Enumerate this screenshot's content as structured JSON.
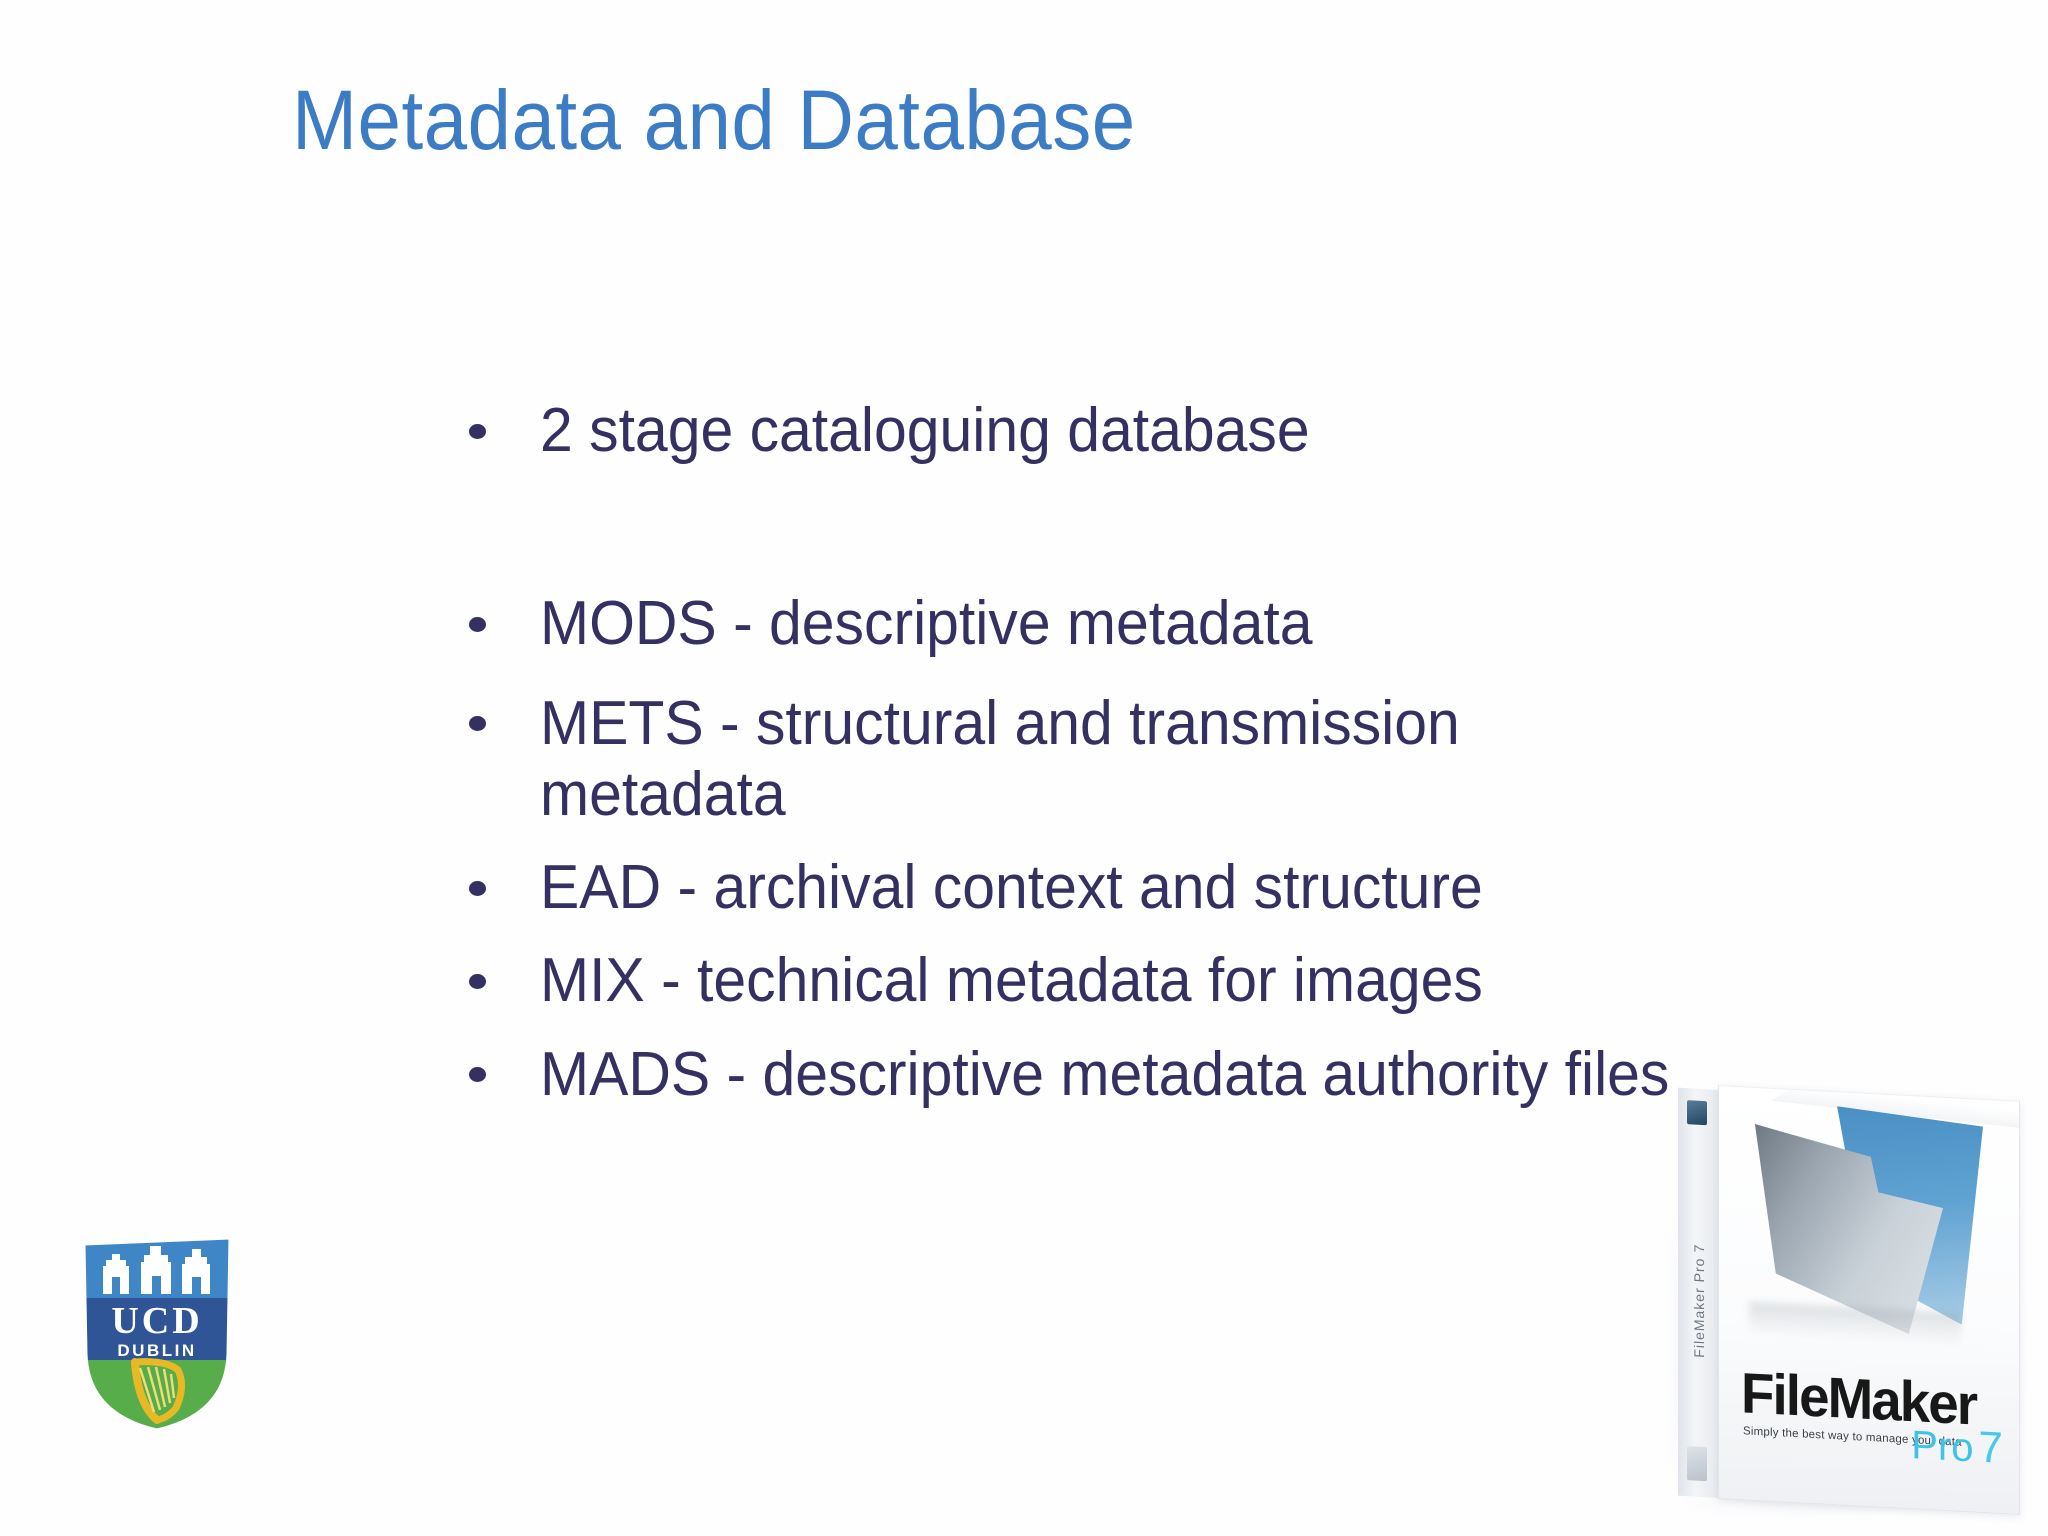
{
  "slide": {
    "title": "Metadata and Database",
    "background_color": "#fefeff",
    "title_color": "#3b7cc4",
    "body_text_color": "#343061",
    "bullets": [
      {
        "text": "2 stage cataloguing database"
      },
      {
        "text": "MODS - descriptive metadata"
      },
      {
        "text": "METS - structural and transmission metadata"
      },
      {
        "text": "EAD - archival context and structure"
      },
      {
        "text": "MIX - technical metadata for images"
      },
      {
        "text": "MADS - descriptive metadata authority files"
      }
    ]
  },
  "ucd_logo": {
    "name": "ucd-dublin-shield-logo",
    "primary_text": "UCD",
    "secondary_text": "DUBLIN",
    "colors": {
      "top_band": "#3f86c6",
      "mid_band": "#2f5596",
      "bottom_band": "#4fa846",
      "harp": "#e8b925",
      "text": "#ffffff"
    }
  },
  "filemaker_box": {
    "name": "filemaker-pro-7-product-box",
    "brand": "FileMaker",
    "edition": "Pro",
    "version": "7",
    "tagline": "Simply the best way to manage your data",
    "spine_text": "FileMaker Pro 7",
    "colors": {
      "brand_text": "#181818",
      "edition_text": "#3ec3e8",
      "folder_blue": "#4a8fc4",
      "folder_gray": "#9aa5b0",
      "box_white": "#ffffff"
    }
  }
}
